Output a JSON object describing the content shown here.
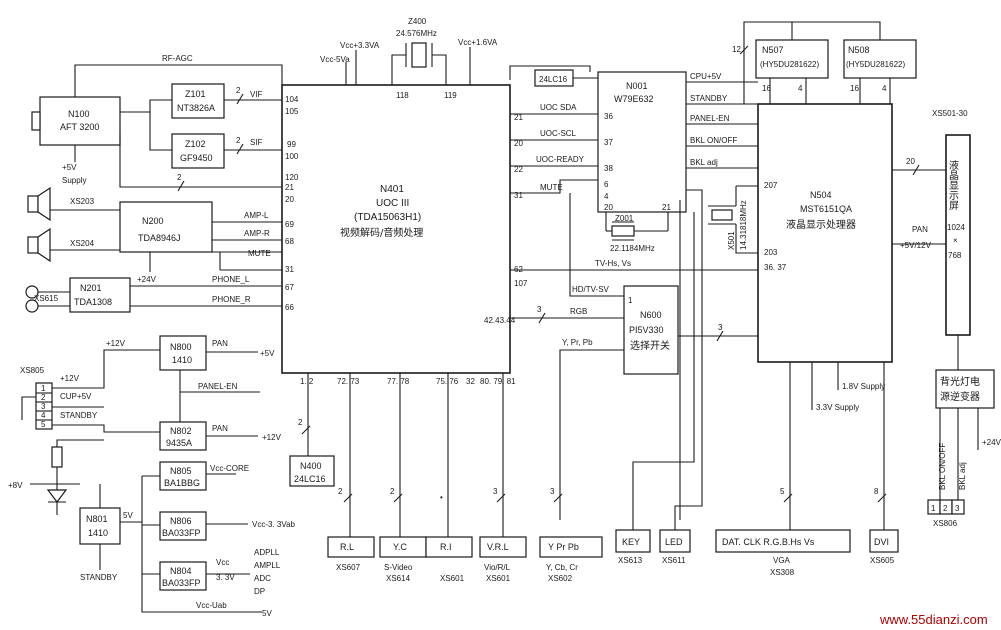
{
  "boxes": {
    "n100": "N100",
    "n100_sub": "AFT 3200",
    "z101": "Z101",
    "z101_sub": "NT3826A",
    "z102": "Z102",
    "z102_sub": "GF9450",
    "n200": "N200",
    "n200_sub": "TDA8946J",
    "n201": "N201",
    "n201_sub": "TDA1308",
    "n800": "N800",
    "n800_sub": "1410",
    "n802": "N802",
    "n802_sub": "9435A",
    "n801": "N801",
    "n801_sub": "1410",
    "n805": "N805",
    "n805_sub": "BA1BBG",
    "n806": "N806",
    "n806_sub": "BA033FP",
    "n804": "N804",
    "n804_sub": "BA033FP",
    "n400": "N400",
    "n400_sub": "24LC16",
    "n401": "N401",
    "n401_l2": "UOC III",
    "n401_l3": "(TDA15063H1)",
    "n401_l4": "视频解码/音频处理",
    "z400": "Z400",
    "z400_sub": "24.576MHz",
    "eep": "24LC16",
    "n001": "N001",
    "n001_sub": "W79E632",
    "z001": "Z001",
    "z001_sub": "22.1184MHz",
    "n600": "N600",
    "n600_l2": "PI5V330",
    "n600_l3": "选择开关",
    "n504": "N504",
    "n504_l2": "MST6151QA",
    "n504_l3": "液晶显示处理器",
    "n507": "N507",
    "n507_sub": "(HY5DU281622)",
    "n508": "N508",
    "n508_sub": "(HY5DU281622)",
    "x501": "X501",
    "x501_sub": "14.31818MHz",
    "lcd_l1": "液晶显示屏",
    "lcd_l2": "1024",
    "lcd_l3": "×",
    "lcd_l4": "768",
    "inv_l1": "背光灯电",
    "inv_l2": "源逆变器",
    "xs806_1": "1",
    "xs806_2": "2",
    "xs806_3": "3"
  },
  "connectors": {
    "rl_box": "R.L",
    "rl_name": "XS607",
    "yc_box": "Y.C",
    "yc_name": "S-Video",
    "yc_name2": "XS614",
    "ri_box": "R.I",
    "ri_name": "XS601",
    "vrl_box": "V.R.L",
    "vrl_name": "Vio/R/L",
    "vrl_name2": "XS601",
    "ypp_box": "Y Pr Pb",
    "ypp_name": "Y, Cb, Cr",
    "ypp_name2": "XS602",
    "key_box": "KEY",
    "key_name": "XS613",
    "led_box": "LED",
    "led_name": "XS611",
    "vga_box": "DAT. CLK  R.G.B.Hs Vs",
    "vga_name": "VGA",
    "vga_name2": "XS308",
    "dvi_box": "DVI",
    "dvi_name": "XS605",
    "xs203": "XS203",
    "xs204": "XS204",
    "xs615": "XS615",
    "xs805": "XS805",
    "xs501": "XS501-30",
    "xs806": "XS806"
  },
  "labels": {
    "rf_agc": "RF-AGC",
    "vif": "VIF",
    "sif": "SIF",
    "p5v_supply": "+5V",
    "supply": "Supply",
    "amp_l": "AMP-L",
    "amp_r": "AMP-R",
    "mute": "MUTE",
    "p24v": "+24V",
    "phone_l": "PHONE_L",
    "phone_r": "PHONE_R",
    "p12v_a": "+12V",
    "p12v_b": "+12V",
    "cup5v": "CUP+5V",
    "standby": "STANDBY",
    "pan_a": "PAN",
    "p5v_a": "+5V",
    "panel_en": "PANEL-EN",
    "pan_b": "PAN",
    "p12v_c": "+12V",
    "p8v": "+8V",
    "p5v_b": "5V",
    "vcc_core": "Vcc-CORE",
    "vcc33": "Vcc-3. 3Vab",
    "vcc_label": "Vcc",
    "vcc33v": "3. 3V",
    "adpll": "ADPLL",
    "ampll": "AMPLL",
    "adc": "ADC",
    "dp": "DP",
    "vcc_vab": "Vcc-Uab",
    "p5v_c": "5V",
    "standby_b": "STANDBY",
    "vcc33va": "Vcc+3.3VA",
    "vcc5va": "Vcc-5Va",
    "vcc16va": "Vcc+1.6VA",
    "uoc_sda": "UOC SDA",
    "uoc_scl": "UOC-SCL",
    "uoc_ready": "UOC-READY",
    "mute_b": "MUTE",
    "cpu5v": "CPU+5V",
    "standby_c": "STANDBY",
    "panel_en_b": "PANEL-EN",
    "bkl_onoff": "BKL ON/OFF",
    "bkl_adj": "BKL adj",
    "tv_hs": "TV-Hs, Vs",
    "hd_tv": "HD/TV-SV",
    "rgb": "RGB",
    "ypp": "Y, Pr, Pb",
    "pan_c": "PAN",
    "p5v12v": "+5V/12V",
    "s18v": "1.8V Supply",
    "s33v": "3.3V Supply",
    "bkl_onoff_v": "BKL ON/OFF",
    "bkl_adj_v": "BKL adj",
    "p24v_b": "+24V"
  },
  "pins": {
    "p104": "104",
    "p105": "105",
    "p99": "99",
    "p100": "100",
    "p120": "120",
    "p21": "21",
    "p20": "20",
    "p69": "69",
    "p68": "68",
    "p31": "31",
    "p67": "67",
    "p66": "66",
    "p118": "118",
    "p119": "119",
    "b12": "1. 2",
    "b7273": "72. 73",
    "b7778": "77. 78",
    "b7576": "75. 76",
    "b32": "32",
    "b8079": "80. 79. 81",
    "r21": "21",
    "r20": "20",
    "r22": "22",
    "r31": "31",
    "r62": "62",
    "r107": "107",
    "r424344": "42.43.44",
    "n36": "36",
    "n37": "37",
    "n38": "38",
    "n6": "6",
    "n4": "4",
    "n20": "20",
    "n21": "21",
    "m1": "1",
    "m3": "3",
    "m3b": "3",
    "q207": "207",
    "q203": "203",
    "q3637": "36. 37",
    "k12": "12",
    "k16a": "16",
    "k4a": "4",
    "k16b": "16",
    "k4b": "4",
    "k20": "20",
    "bus2a": "2",
    "bus2b": "2",
    "bus2c": "2",
    "bus2d": "2",
    "bus3a": "3",
    "bus3b": "3",
    "bus5": "5",
    "bus8": "8",
    "bus2e": "2",
    "bus2f": "2",
    "bus2g": "2",
    "bus2h": "2"
  },
  "watermark": "www.55dianzi.com"
}
